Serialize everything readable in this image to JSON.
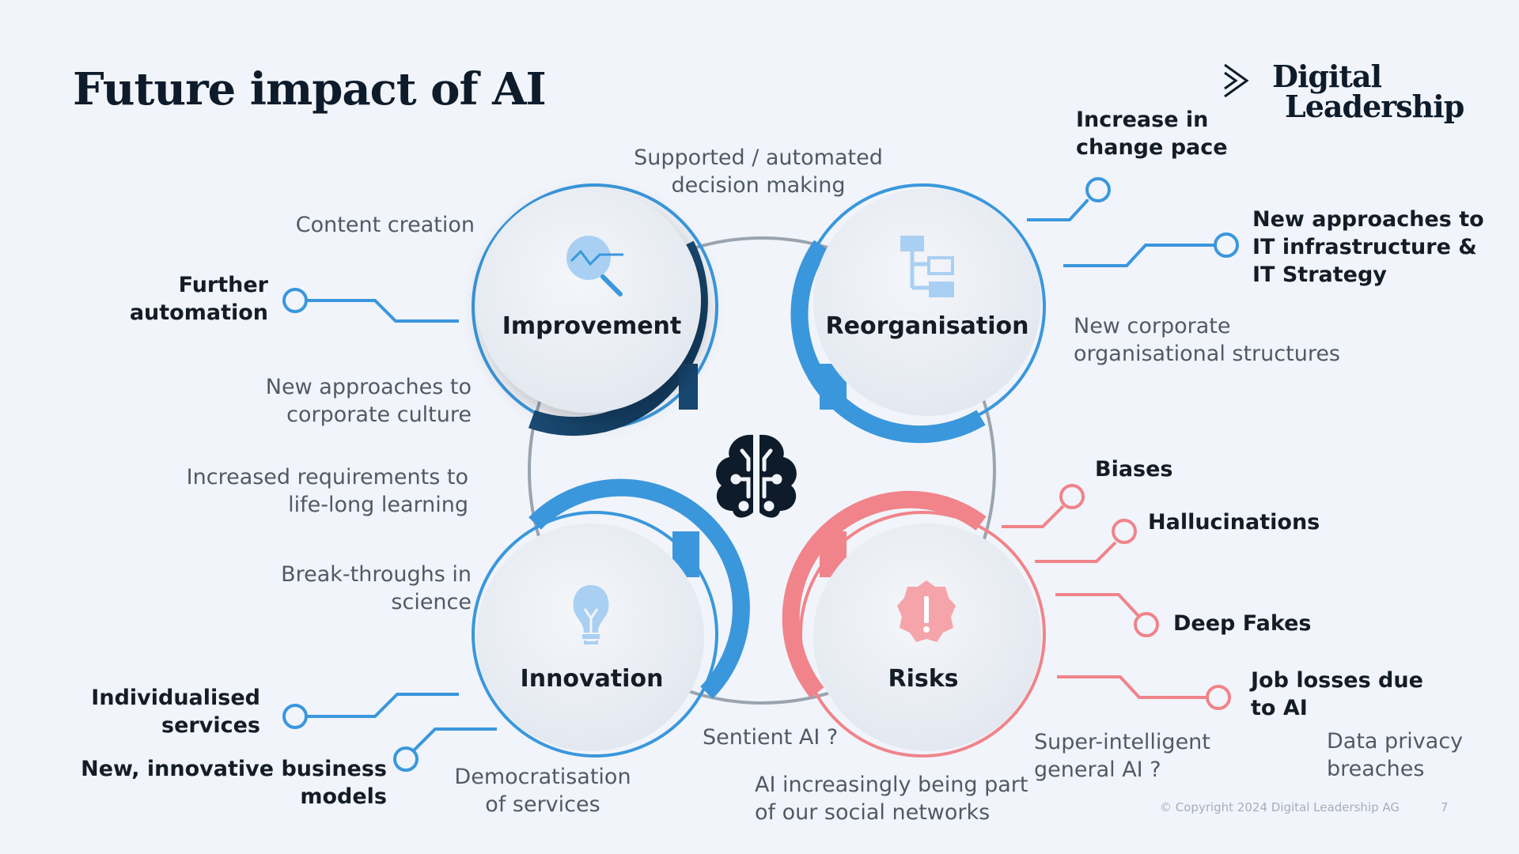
{
  "title": "Future impact of AI",
  "logo": {
    "line1": "Digital",
    "line2": "Leadership"
  },
  "quadrants": {
    "improvement": "Improvement",
    "reorganisation": "Reorganisation",
    "innovation": "Innovation",
    "risks": "Risks"
  },
  "labels": {
    "supported": [
      "Supported / automated",
      "decision making"
    ],
    "content_creation": [
      "Content creation"
    ],
    "further_automation": [
      "Further",
      "automation"
    ],
    "culture": [
      "New approaches to",
      "corporate culture"
    ],
    "lifelong": [
      "Increased requirements to",
      "life-long learning"
    ],
    "breakthroughs": [
      "Break-throughs in",
      "science"
    ],
    "individualised": [
      "Individualised",
      "services"
    ],
    "business_models": [
      "New, innovative business",
      "models"
    ],
    "democratisation": [
      "Democratisation",
      "of services"
    ],
    "sentient": [
      "Sentient AI ?"
    ],
    "social": [
      "AI increasingly being part",
      "of our social networks"
    ],
    "change_pace": [
      "Increase in",
      "change pace"
    ],
    "it_infra": [
      "New approaches to",
      "IT infrastructure &",
      "IT Strategy"
    ],
    "org_structures": [
      "New corporate",
      "organisational structures"
    ],
    "biases": [
      "Biases"
    ],
    "hallucinations": [
      "Hallucinations"
    ],
    "deep_fakes": [
      "Deep Fakes"
    ],
    "job_losses": [
      "Job losses due",
      "to AI"
    ],
    "super_intelligent": [
      "Super-intelligent",
      "general AI ?"
    ],
    "data_privacy": [
      "Data privacy",
      "breaches"
    ]
  },
  "footer": {
    "copyright": "© Copyright 2024 Digital Leadership AG",
    "page": "7"
  },
  "colors": {
    "blue": "#3a97dc",
    "blue_light": "#a9d0f2",
    "navy": "#17466f",
    "red": "#f0848a",
    "red_light": "#f5a4aa",
    "ink": "#0d1b2a"
  },
  "icons": {
    "improvement": "magnifier-chart-icon",
    "reorganisation": "org-chart-icon",
    "innovation": "lightbulb-icon",
    "risks": "warning-shield-icon",
    "center": "brain-icon",
    "logo": "chevron-right-icon"
  }
}
